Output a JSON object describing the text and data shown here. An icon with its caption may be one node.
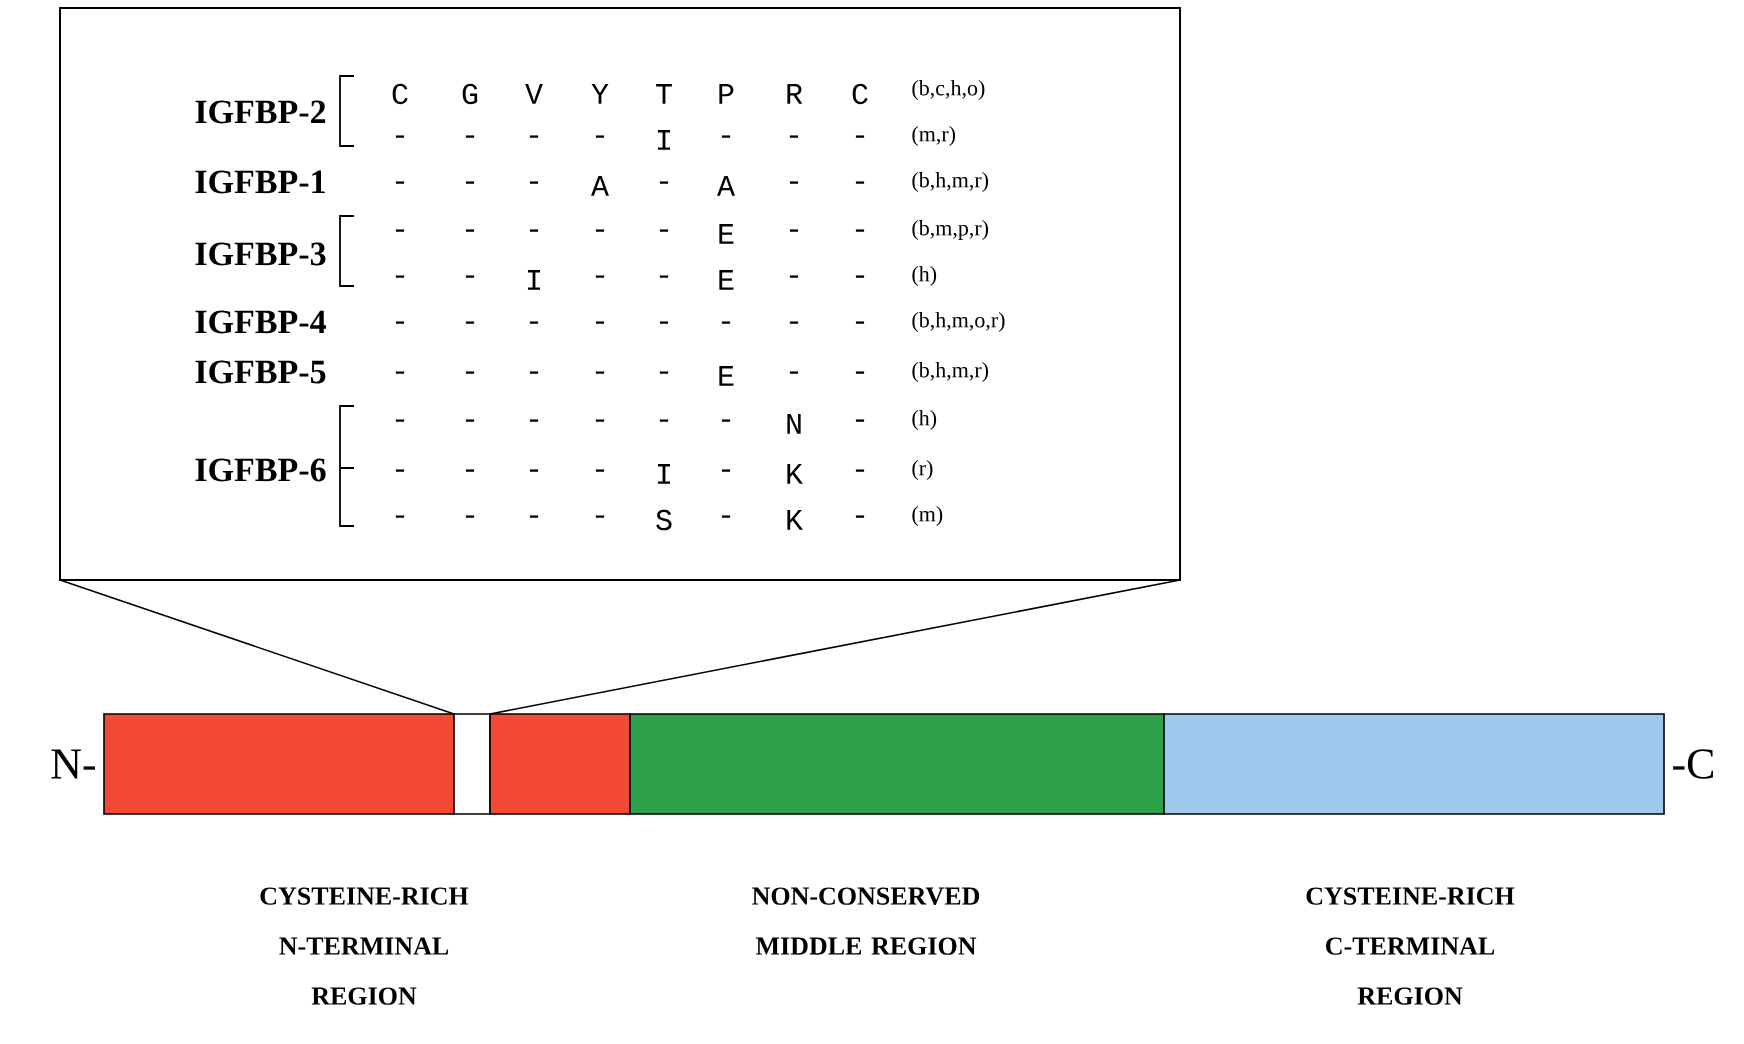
{
  "diagram": {
    "nodes": [
      {
        "text": [],
        "shape": "box"
      },
      {
        "text": [],
        "shape": "bar",
        "beside": [
          "N-"
        ]
      },
      {
        "text": [],
        "shape": "bar"
      },
      {
        "text": [],
        "shape": "bar"
      },
      {
        "text": [],
        "shape": "bar"
      },
      {
        "text": [],
        "shape": "bar",
        "beside": [
          "-C"
        ]
      }
    ],
    "edges": [
      {
        "from": 0,
        "to": 2,
        "arrow": "none"
      },
      {
        "from": 0,
        "to": 2,
        "arrow": "none"
      }
    ],
    "labels": [
      "IGFBP-2",
      "C",
      "G",
      "V",
      "Y",
      "T",
      "P",
      "R",
      "C",
      "(b,c,h,o)",
      "-",
      "-",
      "-",
      "-",
      "I",
      "-",
      "-",
      "-",
      "(m,r)",
      "IGFBP-1",
      "-",
      "-",
      "-",
      "A",
      "-",
      "A",
      "-",
      "-",
      "(b,h,m,r)",
      "IGFBP-3",
      "-",
      "-",
      "-",
      "-",
      "-",
      "E",
      "-",
      "-",
      "(b,m,p,r)",
      "-",
      "-",
      "I",
      "-",
      "-",
      "E",
      "-",
      "-",
      "(h)",
      "IGFBP-4",
      "-",
      "-",
      "-",
      "-",
      "-",
      "-",
      "-",
      "-",
      "(b,h,m,o,r)",
      "IGFBP-5",
      "-",
      "-",
      "-",
      "-",
      "-",
      "E",
      "-",
      "-",
      "(b,h,m,r)",
      "IGFBP-6",
      "-",
      "-",
      "-",
      "-",
      "-",
      "-",
      "N",
      "-",
      "(h)",
      "-",
      "-",
      "-",
      "-",
      "I",
      "-",
      "K",
      "-",
      "(r)",
      "-",
      "-",
      "-",
      "-",
      "S",
      "-",
      "K",
      "-",
      "(m)",
      "CYSTEINE-RICH N-TERMINAL REGION",
      "NON-CONSERVED MIDDLE REGION",
      "CYSTEINE-RICH C-TERMINAL REGION"
    ]
  }
}
